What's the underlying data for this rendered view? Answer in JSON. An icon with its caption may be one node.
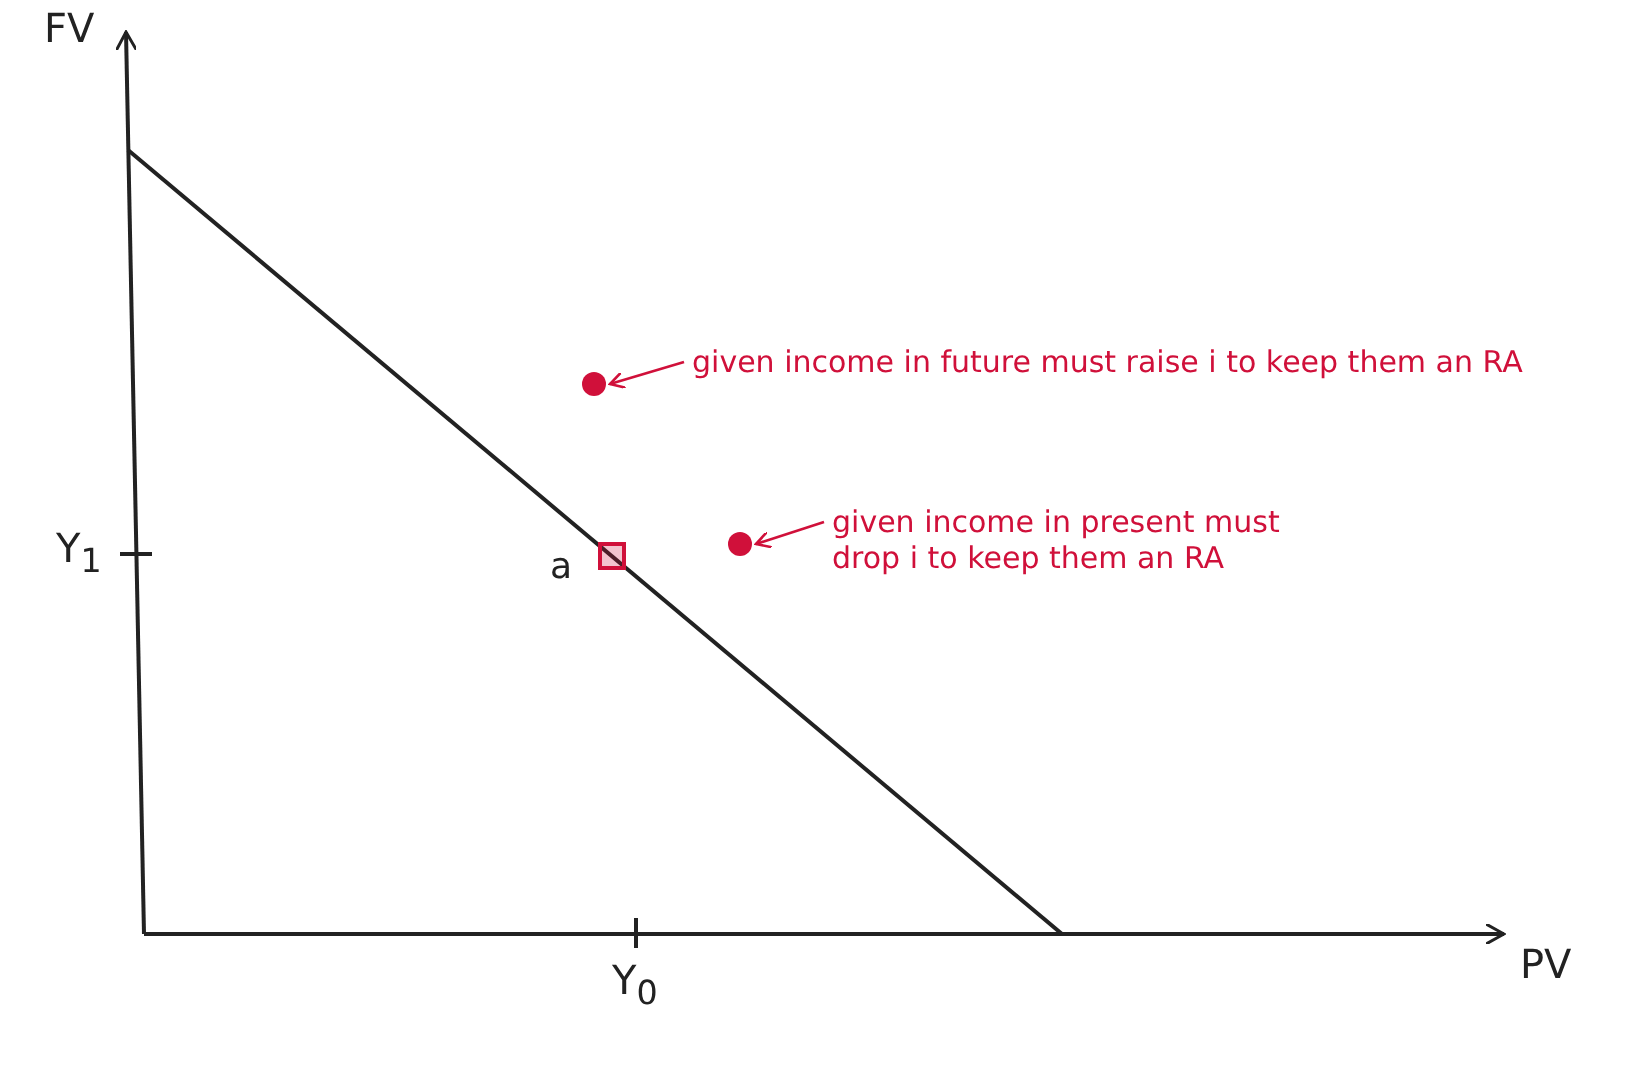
{
  "diagram": {
    "nodes": [
      {
        "text": [
          "given income in future must raise i to keep them an RA"
        ]
      },
      {
        "text": [],
        "shape": "circle"
      },
      {
        "text": [
          "given income in present must drop i to keep them an RA"
        ]
      },
      {
        "text": [],
        "shape": "circle"
      },
      {
        "text": [],
        "shape": "box",
        "beside": [
          "a"
        ]
      }
    ],
    "edges": [
      {
        "from": 0,
        "to": 1,
        "arrow": "to",
        "color": "#d0103a"
      },
      {
        "from": 2,
        "to": 3,
        "arrow": "to",
        "color": "#d0103a"
      }
    ],
    "labels": [
      "FV",
      "Y$_{1}$",
      "Y$_{0}$",
      "PV"
    ]
  }
}
